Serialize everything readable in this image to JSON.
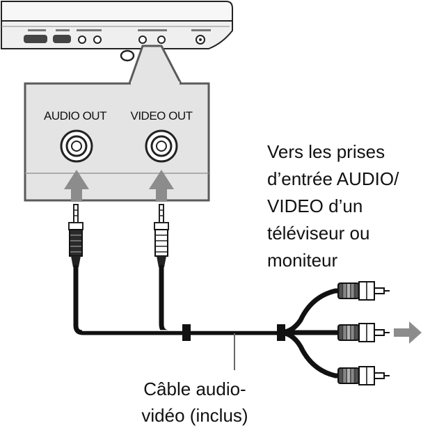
{
  "panel": {
    "audio_out_label": "AUDIO OUT",
    "video_out_label": "VIDEO OUT"
  },
  "destination_note": {
    "lines": [
      "Vers les prises",
      "d’entrée AUDIO/",
      "VIDEO d’un",
      "téléviseur ou",
      "moniteur"
    ]
  },
  "cable_caption": {
    "lines": [
      "Câble audio-",
      "vidéo (inclus)"
    ]
  },
  "colors": {
    "panel_fill": "#e4e4e4",
    "panel_stroke": "#555555",
    "cable": "#111111",
    "arrow_fill": "#8c8c8c",
    "device_fill": "#f2f2f2"
  }
}
